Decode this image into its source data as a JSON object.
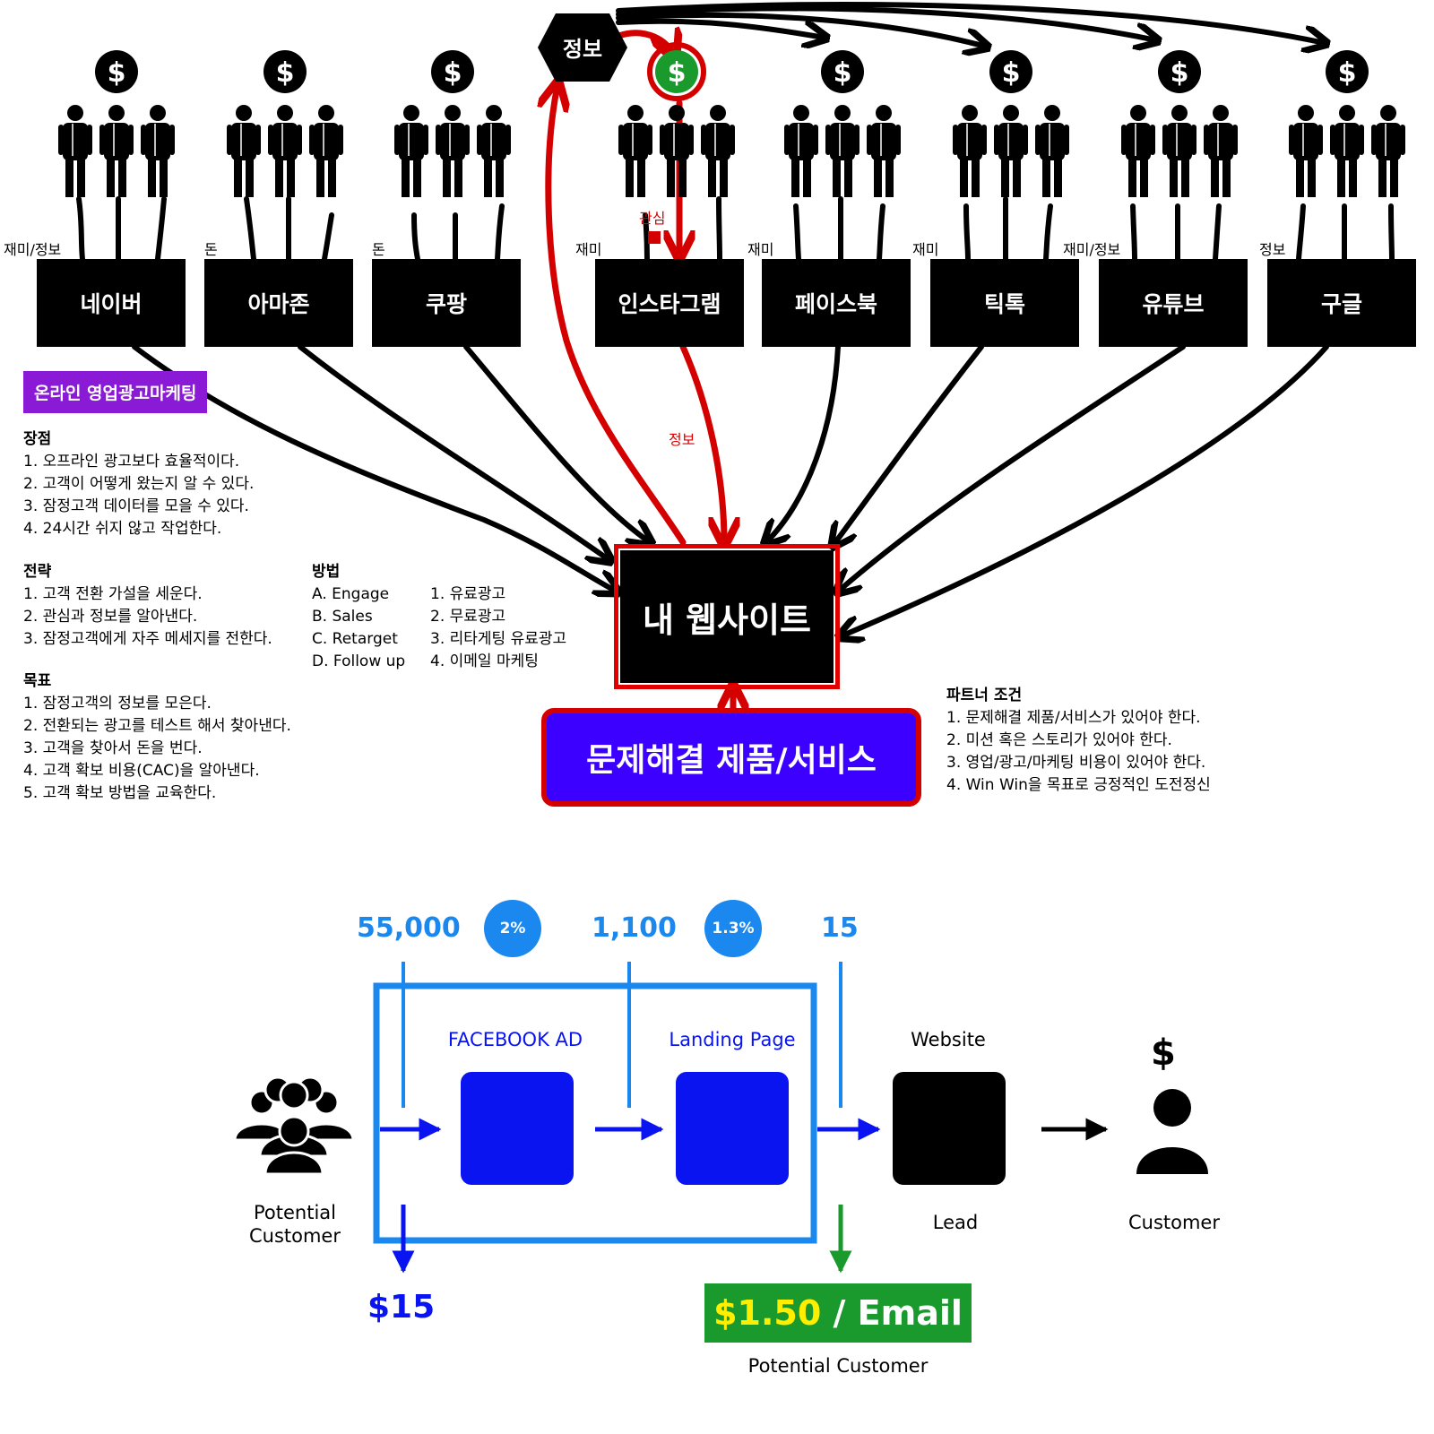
{
  "platforms": [
    {
      "name": "네이버",
      "label": "재미/정보"
    },
    {
      "name": "아마존",
      "label": "돈"
    },
    {
      "name": "쿠팡",
      "label": "돈"
    },
    {
      "name": "인스타그램",
      "label": "재미"
    },
    {
      "name": "페이스북",
      "label": "재미"
    },
    {
      "name": "틱톡",
      "label": "재미"
    },
    {
      "name": "유튜브",
      "label": "재미/정보"
    },
    {
      "name": "구글",
      "label": "정보"
    }
  ],
  "dollar_symbol": "$",
  "info_hex": "정보",
  "interest_label": "관심",
  "info_label": "정보",
  "website": "내 웹사이트",
  "product": "문제해결 제품/서비스",
  "banner": "온라인 영업광고마케팅",
  "pros": {
    "title": "장점",
    "items": [
      "1. 오프라인 광고보다 효율적이다.",
      "2. 고객이 어떻게 왔는지 알 수 있다.",
      "3. 잠정고객 데이터를 모을 수 있다.",
      "4. 24시간 쉬지 않고 작업한다."
    ]
  },
  "strategy": {
    "title": "전략",
    "items": [
      "1. 고객 전환 가설을 세운다.",
      "2. 관심과 정보를 알아낸다.",
      "3. 잠정고객에게 자주 메세지를 전한다."
    ]
  },
  "method": {
    "title": "방법",
    "col1": [
      "A. Engage",
      "B. Sales",
      "C. Retarget",
      "D. Follow up"
    ],
    "col2": [
      "1. 유료광고",
      "2. 무료광고",
      "3. 리타게팅 유료광고",
      "4. 이메일 마케팅"
    ]
  },
  "goals": {
    "title": "목표",
    "items": [
      "1. 잠정고객의 정보를 모은다.",
      "2. 전환되는 광고를 테스트 해서 찾아낸다.",
      "3. 고객을 찾아서 돈을 번다.",
      "4. 고객 확보 비용(CAC)을 알아낸다.",
      "5. 고객 확보 방법을 교육한다."
    ]
  },
  "partner": {
    "title": "파트너 조건",
    "items": [
      "1. 문제해결 제품/서비스가 있어야 한다.",
      "2. 미션 혹은 스토리가 있어야 한다.",
      "3. 영업/광고/마케팅 비용이 있어야 한다.",
      "4. Win Win을 목표로 긍정적인 도전정신"
    ]
  },
  "funnel": {
    "visitors": "55,000",
    "rate1": "2%",
    "leads_mid": "1,100",
    "rate2": "1.3%",
    "final": "15",
    "facebook_label": "FACEBOOK AD",
    "landing_label": "Landing Page",
    "website_label": "Website",
    "potential_label": "Potential Customer",
    "lead_label": "Lead",
    "customer_label": "Customer",
    "cost": "$15",
    "email_price": "$1.50",
    "email_rest": " / Email",
    "email_sub": "Potential Customer"
  },
  "colors": {
    "funnel_blue": "#1a88ee",
    "square_blue": "#0a14f0",
    "red_path": "#d40000",
    "green": "#1a9a2c",
    "banner_purple": "#8a1ad6"
  },
  "icons": [
    "dollar-icon",
    "people-group-icon",
    "crowd-icon",
    "customer-icon"
  ]
}
